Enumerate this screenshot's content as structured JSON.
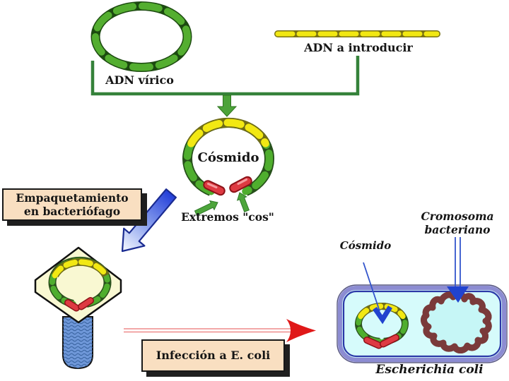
{
  "figure": {
    "viral_dna": {
      "label": "ADN vírico"
    },
    "insert_dna": {
      "label": "ADN a introducir"
    },
    "cosmid": {
      "label": "Cósmido",
      "cos_ends_label": "Extremos \"cos\""
    },
    "packaging": {
      "label": "Empaquetamiento\nen bacteriófago"
    },
    "infection": {
      "label": "Infección a E. coli"
    },
    "cell": {
      "cosmid_label": "Cósmido",
      "chromosome_label": "Cromosoma\nbacteriano",
      "name": "Escherichia coli"
    },
    "colors": {
      "dna_dash_green": "#54AE30",
      "dna_base_dark": "#1C4A10",
      "insert_dash_yellow": "#F2E813",
      "insert_base_olive": "#7A7214",
      "cos_end_red": "#DE3A42",
      "connector_green": "#35823A",
      "packaging_arrow_blue": "#1F3BD8",
      "infection_arrow_red": "#E01818",
      "label_arrow_blue": "#2143CF",
      "callout_fill": "#F9DFC1",
      "phage_head_fill": "#F9F8D2",
      "phage_tail_blue": "#6E97D8",
      "cell_fill": "#D6FBFB",
      "cell_border_outer": "#8C8CD2",
      "cell_border_inner": "#2B38A8",
      "chromosome_band_pink": "#EFA8A8",
      "chromosome_edge_dark": "#7A3A3A"
    }
  }
}
